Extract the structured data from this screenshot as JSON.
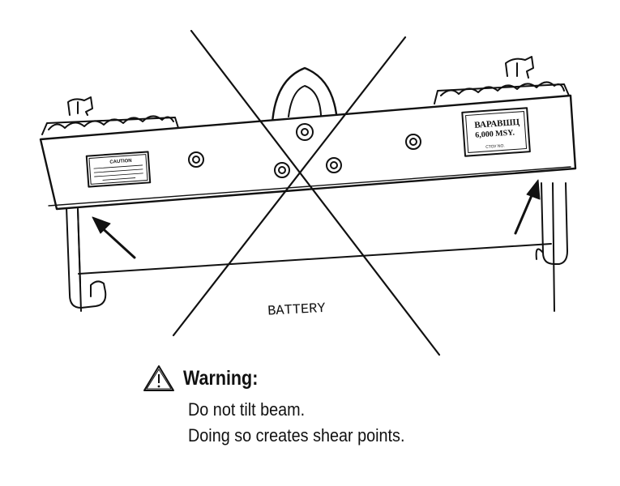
{
  "diagram": {
    "battery_label": "BATTERY",
    "caution_plate": {
      "title": "CAUTION",
      "lines": [
        "",
        "",
        "",
        ""
      ]
    },
    "capacity_plate": {
      "line1": "ВАРАВШЦ",
      "line2": "6,000 MSY.",
      "line3": "СТОУ NO."
    }
  },
  "warning": {
    "title": "Warning:",
    "lines": [
      "Do not tilt beam.",
      "Doing so creates shear points."
    ]
  },
  "icons": {
    "warning": "warning-triangle-icon",
    "cross": "prohibited-cross-icon"
  },
  "colors": {
    "ink": "#111111",
    "background": "#ffffff"
  }
}
